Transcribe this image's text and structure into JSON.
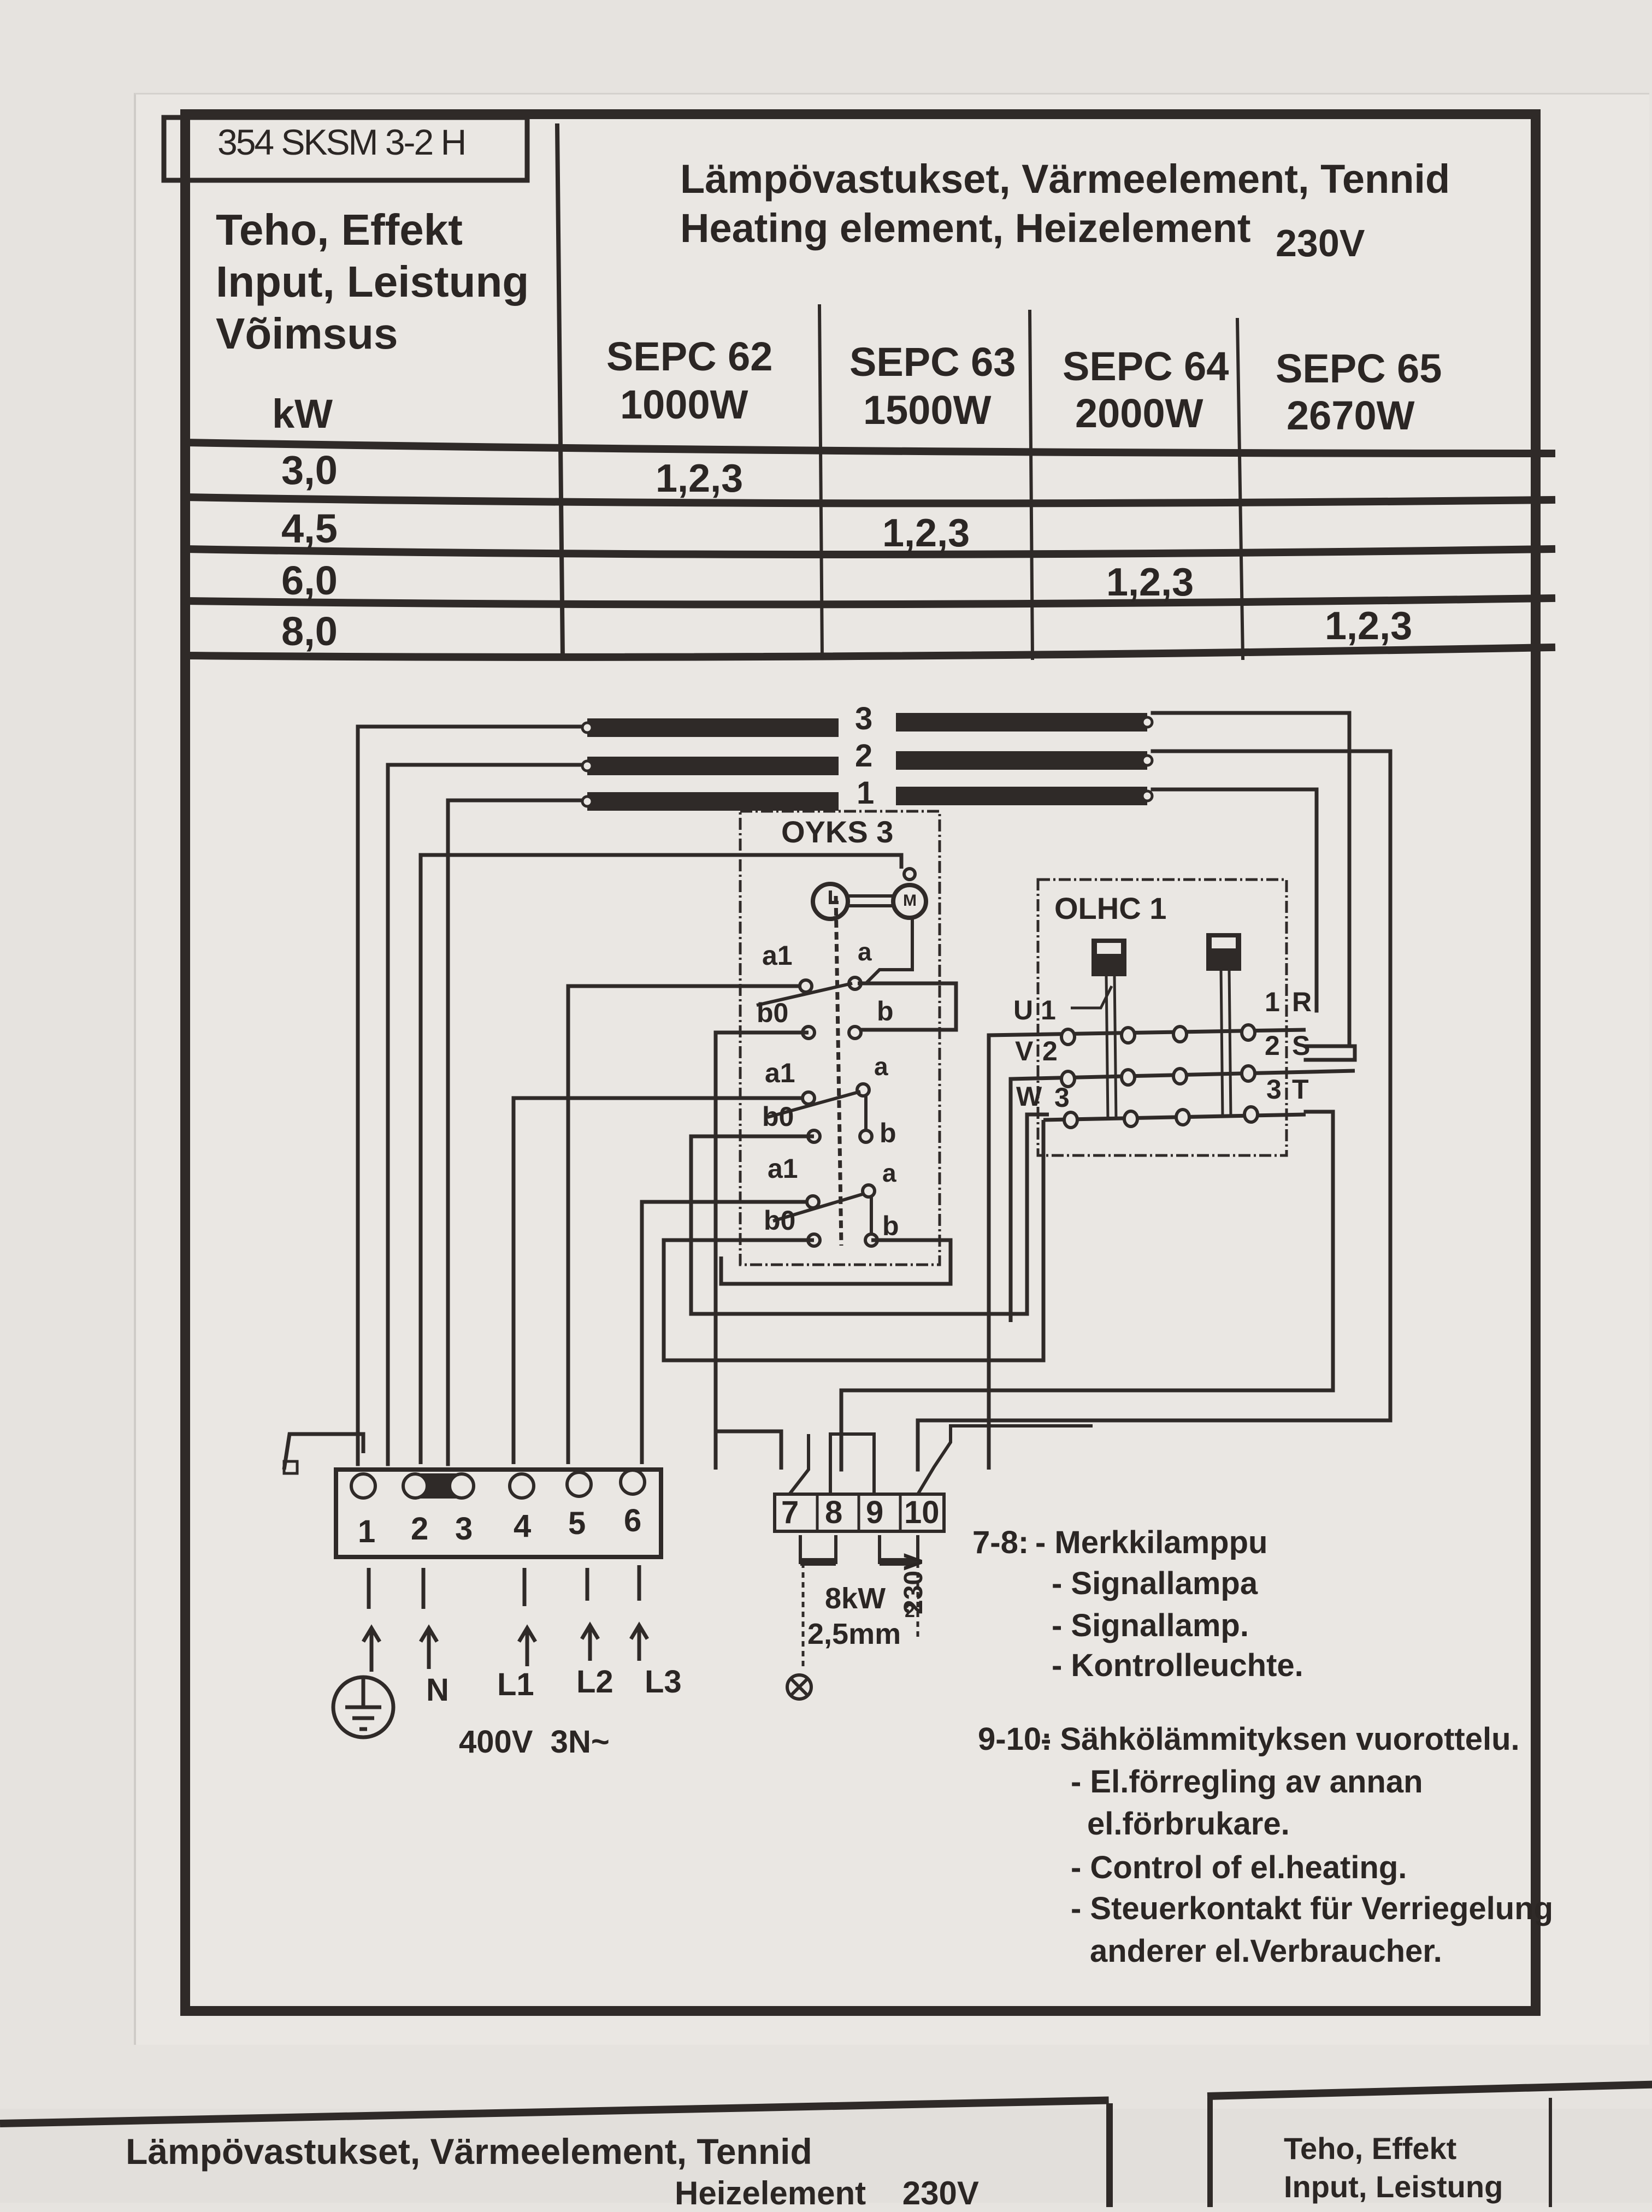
{
  "document": {
    "model_code": "354 SKSM 3-2 H",
    "power_header": [
      "Teho, Effekt",
      "Input, Leistung",
      "Võimsus"
    ],
    "unit": "kW",
    "element_title_line1": "Lämpövastukset, Värmeelement, Tennid",
    "element_title_line2": "Heating element, Heizelement",
    "element_voltage": "230V",
    "element_columns": [
      {
        "model": "SEPC 62",
        "wattage": "1000W"
      },
      {
        "model": "SEPC 63",
        "wattage": "1500W"
      },
      {
        "model": "SEPC 64",
        "wattage": "2000W"
      },
      {
        "model": "SEPC 65",
        "wattage": "2670W"
      }
    ],
    "rows": [
      {
        "kw": "3,0",
        "cells": [
          "1,2,3",
          "",
          "",
          ""
        ]
      },
      {
        "kw": "4,5",
        "cells": [
          "",
          "1,2,3",
          "",
          ""
        ]
      },
      {
        "kw": "6,0",
        "cells": [
          "",
          "",
          "1,2,3",
          ""
        ]
      },
      {
        "kw": "8,0",
        "cells": [
          "",
          "",
          "",
          "1,2,3"
        ]
      }
    ]
  },
  "diagram": {
    "element_labels": [
      "3",
      "2",
      "1"
    ],
    "switch_label": "OYKS 3",
    "switch_contacts": [
      {
        "left_top": "a1",
        "left_bottom": "b0",
        "right_top": "a",
        "right_bottom": "b"
      },
      {
        "left_top": "a1",
        "left_bottom": "b0",
        "right_top": "a",
        "right_bottom": "b"
      },
      {
        "left_top": "a1",
        "left_bottom": "b0",
        "right_top": "a",
        "right_bottom": "b"
      }
    ],
    "motor_label": "M",
    "overload_label": "OLHC 1",
    "overload_left": [
      "U",
      "V",
      "W"
    ],
    "overload_left_num": [
      "1",
      "2",
      "3"
    ],
    "overload_right_num": [
      "1",
      "2",
      "3"
    ],
    "overload_right": [
      "R",
      "S",
      "T"
    ],
    "main_terminals": [
      "1",
      "2",
      "3",
      "4",
      "5",
      "6"
    ],
    "supply_labels": [
      "N",
      "L1",
      "L2",
      "L3"
    ],
    "supply_voltage": "400V  3N~",
    "aux_terminals": [
      "7",
      "8",
      "9",
      "10"
    ],
    "aux_power": "8kW",
    "aux_cable": "2,5mm",
    "aux_cable_sup": "2",
    "aux_voltage": "230V"
  },
  "notes": {
    "n78_label": "7-8:",
    "n78_items": [
      "- Merkkilamppu",
      "- Signallampa",
      "- Signallamp.",
      "- Kontrolleuchte."
    ],
    "n910_label": "9-10:",
    "n910_items": [
      "- Sähkölämmityksen vuorottelu.",
      "- El.förregling av annan",
      "el.förbrukare.",
      "- Control of el.heating.",
      "- Steuerkontakt für Verriegelung",
      "anderer el.Verbraucher."
    ]
  },
  "next_page": {
    "title": "Lämpövastukset, Värmeelement, Tennid",
    "subtitle_fragment": "Heizelement    230V",
    "power_header": [
      "Teho, Effekt",
      "Input, Leistung"
    ]
  }
}
